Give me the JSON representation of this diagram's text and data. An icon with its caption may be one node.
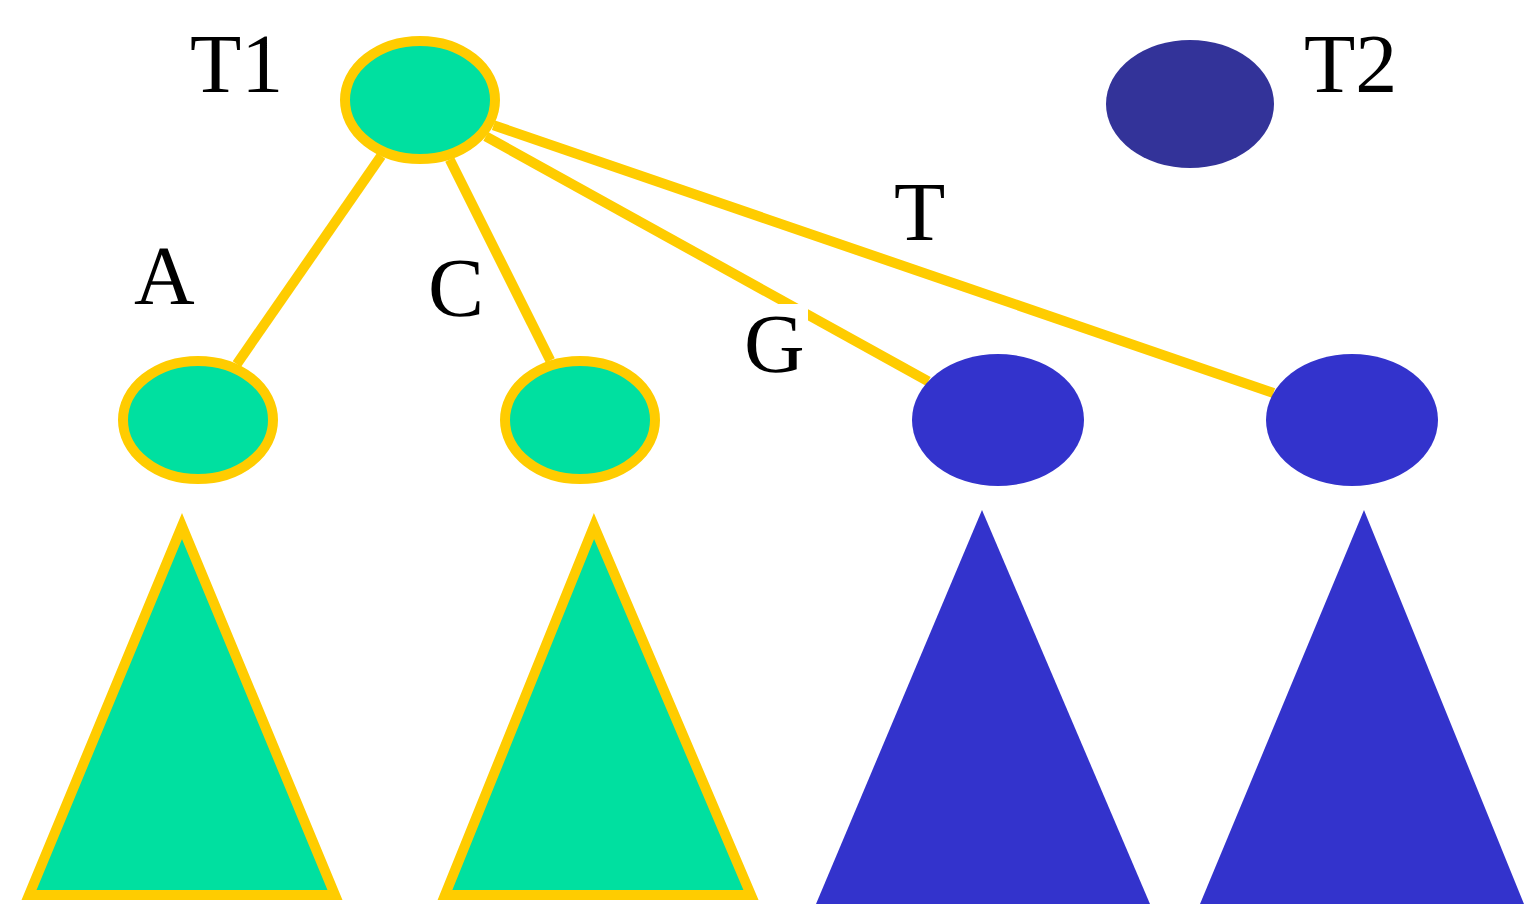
{
  "diagram": {
    "nodes": [
      {
        "text": [],
        "shape": "circle",
        "beside": [
          "T1"
        ]
      },
      {
        "text": [],
        "shape": "circle"
      },
      {
        "text": [],
        "shape": "circle"
      },
      {
        "text": [],
        "shape": "circle"
      },
      {
        "text": [],
        "shape": "circle"
      },
      {
        "text": [],
        "shape": "triangle"
      },
      {
        "text": [],
        "shape": "triangle"
      },
      {
        "text": [],
        "shape": "triangle"
      },
      {
        "text": [],
        "shape": "triangle"
      },
      {
        "text": [],
        "shape": "circle",
        "beside": [
          "T2"
        ]
      }
    ],
    "edges": [
      {
        "from": 0,
        "to": 1,
        "arrow": "none",
        "label": "A"
      },
      {
        "from": 0,
        "to": 2,
        "arrow": "none",
        "label": "C"
      },
      {
        "from": 0,
        "to": 3,
        "arrow": "none",
        "label": "G"
      },
      {
        "from": 0,
        "to": 4,
        "arrow": "none",
        "label": "T"
      }
    ]
  }
}
